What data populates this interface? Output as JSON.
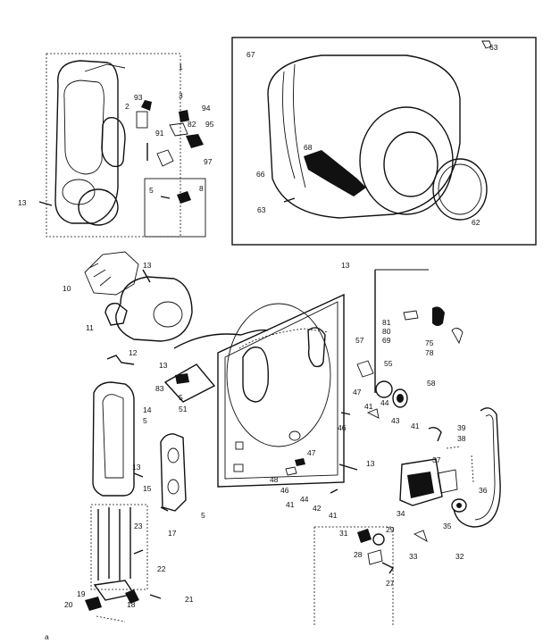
{
  "labels": {
    "l_1": "1",
    "l_2": "2",
    "l_3a": "3",
    "l_93": "93",
    "l_91": "91",
    "l_94": "94",
    "l_82": "82",
    "l_95": "95",
    "l_97": "97",
    "l_5a": "5",
    "l_8": "8",
    "l_13a": "13",
    "l_67": "67",
    "l_63a": "63",
    "l_66": "66",
    "l_68": "68",
    "l_63b": "63",
    "l_62": "62",
    "l_13b": "13",
    "l_10": "10",
    "l_11": "11",
    "l_12": "12",
    "l_13c": "13",
    "l_83": "83",
    "l_5b": "5",
    "l_51": "51",
    "l_14": "14",
    "l_5c": "5",
    "l_13d": "13",
    "l_15": "15",
    "l_5d": "5",
    "l_23": "23",
    "l_17": "17",
    "l_22": "22",
    "l_19": "19",
    "l_20": "20",
    "l_18": "18",
    "l_21": "21",
    "l_13e": "13",
    "l_81": "81",
    "l_80": "80",
    "l_69": "69",
    "l_75": "75",
    "l_78": "78",
    "l_57": "57",
    "l_55": "55",
    "l_47a": "47",
    "l_44": "44",
    "l_58": "58",
    "l_41a": "41",
    "l_43": "43",
    "l_46": "46",
    "l_41b": "41",
    "l_39": "39",
    "l_38": "38",
    "l_47b": "47",
    "l_13f": "13",
    "l_48": "48",
    "l_46b": "46",
    "l_44b": "44",
    "l_41c": "41",
    "l_42": "42",
    "l_41d": "41",
    "l_37": "37",
    "l_36": "36",
    "l_34": "34",
    "l_35": "35",
    "l_31": "31",
    "l_29": "29",
    "l_28": "28",
    "l_33": "33",
    "l_32": "32",
    "l_27": "27",
    "l_a": "a"
  }
}
